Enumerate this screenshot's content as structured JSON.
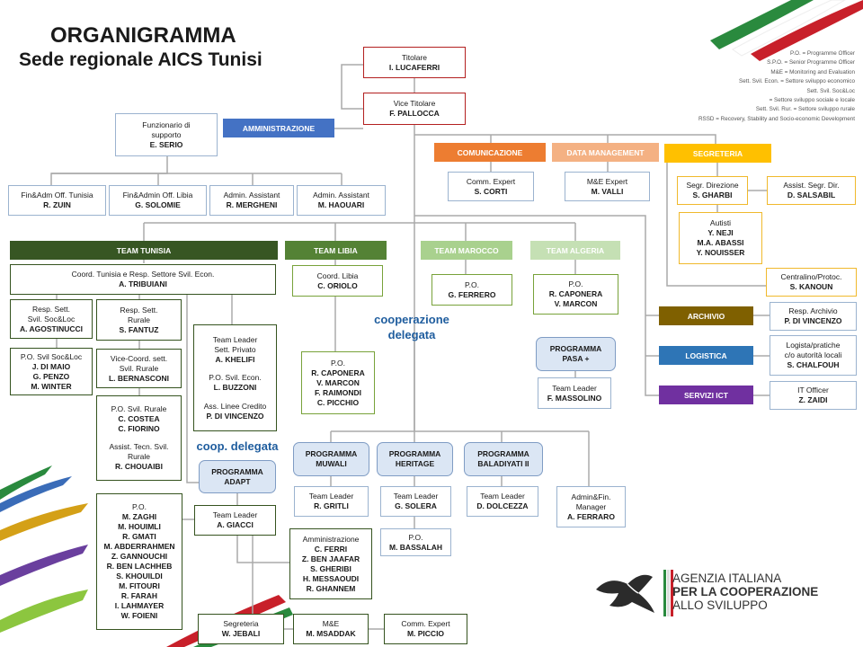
{
  "title": {
    "line1": "ORGANIGRAMMA",
    "line2": "Sede regionale AICS Tunisi"
  },
  "legend": [
    "P.O. = Programme Officer",
    "S.P.O. = Senior Programme Officer",
    "M&E = Monitoring and Evaluation",
    "Sett. Svil. Econ. = Settore sviluppo economico",
    "Sett. Svil. Soc&Loc",
    "= Settore sviluppo sociale e locale",
    "Sett. Svil. Rur. = Settore sviluppo rurale",
    "RSSD = Recovery, Stability and Socio-economic Development"
  ],
  "top": {
    "titolare": {
      "role": "Titolare",
      "name": "I. LUCAFERRI"
    },
    "vice": {
      "role": "Vice Titolare",
      "name": "F. PALLOCCA"
    }
  },
  "admin": {
    "header": "AMMINISTRAZIONE",
    "funzionario": {
      "role": "Funzionario di\nsupporto",
      "name": "E. SERIO"
    },
    "staff": [
      {
        "role": "Fin&Adm Off. Tunisia",
        "name": "R. ZUIN"
      },
      {
        "role": "Fin&Admin Off. Libia",
        "name": "G. SOLOMIE"
      },
      {
        "role": "Admin. Assistant",
        "name": "R. MERGHENI"
      },
      {
        "role": "Admin. Assistant",
        "name": "M. HAOUARI"
      }
    ]
  },
  "comunicazione": {
    "header": "COMUNICAZIONE",
    "role": "Comm. Expert",
    "name": "S. CORTI"
  },
  "data_mgmt": {
    "header": "DATA MANAGEMENT",
    "role": "M&E Expert",
    "name": "M. VALLI"
  },
  "segreteria": {
    "header": "SEGRETERIA",
    "direzione": {
      "role": "Segr. Direzione",
      "name": "S. GHARBI"
    },
    "assist": {
      "role": "Assist. Segr. Dir.",
      "name": "D. SALSABIL"
    },
    "autisti": {
      "role": "Autisti",
      "names": "Y. NEJI\nM.A. ABASSI\nY. NOUISSER"
    },
    "centralino": {
      "role": "Centralino/Protoc.",
      "name": "S. KANOUN"
    }
  },
  "archivio": {
    "header": "ARCHIVIO",
    "role": "Resp. Archivio",
    "name": "P. DI VINCENZO"
  },
  "logistica": {
    "header": "LOGISTICA",
    "role": "Logista/pratiche\nc/o autorità locali",
    "name": "S. CHALFOUH"
  },
  "ict": {
    "header": "SERVIZI ICT",
    "role": "IT Officer",
    "name": "Z. ZAIDI"
  },
  "team_tunisia": {
    "header": "TEAM TUNISIA",
    "coord": {
      "role": "Coord. Tunisia e Resp. Settore Svil. Econ.",
      "name": "A. TRIBUIANI"
    },
    "soc": {
      "role": "Resp. Sett.\nSvil. Soc&Loc",
      "name": "A. AGOSTINUCCI"
    },
    "po_soc": {
      "role": "P.O. Svil Soc&Loc",
      "names": "J. DI MAIO\nG. PENZO\nM. WINTER"
    },
    "rurale": {
      "role": "Resp. Sett.\nRurale",
      "name": "S. FANTUZ"
    },
    "vice_rurale": {
      "role": "Vice-Coord. sett.\nSvil. Rurale",
      "name": "L. BERNASCONI"
    },
    "po_rurale": {
      "role": "P.O. Svil. Rurale",
      "names": "C. COSTEA\nC. FIORINO"
    },
    "assist_rurale": {
      "role": "Assist. Tecn. Svil.\nRurale",
      "name": "R. CHOUAIBI"
    },
    "team_leader": {
      "role": "Team Leader\nSett. Privato",
      "name": "A. KHELIFI"
    },
    "po_econ": {
      "role": "P.O. Svil. Econ.",
      "name": "L. BUZZONI"
    },
    "credito": {
      "role": "Ass. Linee Credito",
      "name": "P. DI VINCENZO"
    },
    "po_list": {
      "role": "P.O.",
      "names": "M. ZAGHI\nM. HOUIMLI\nR. GMATI\nM. ABDERRAHMEN\nZ. GANNOUCHI\nR. BEN LACHHEB\nS. KHOUILDI\nM. FITOURI\nR. FARAH\nI. LAHMAYER\nW. FOIENI"
    }
  },
  "coop_delegata_tunisia": "coop. delegata",
  "adapt": {
    "program": "PROGRAMMA\nADAPT",
    "leader": {
      "role": "Team Leader",
      "name": "A. GIACCI"
    },
    "amministrazione": {
      "role": "Amministrazione",
      "names": "C. FERRI\nZ. BEN JAAFAR\nS. GHERIBI\nH. MESSAOUDI\nR. GHANNEM"
    },
    "segreteria": {
      "role": "Segreteria",
      "name": "W. JEBALI"
    },
    "me": {
      "role": "M&E",
      "name": "M. MSADDAK"
    },
    "comm": {
      "role": "Comm. Expert",
      "name": "M. PICCIO"
    }
  },
  "team_libia": {
    "header": "TEAM LIBIA",
    "coord": {
      "role": "Coord. Libia",
      "name": "C. ORIOLO"
    },
    "po": {
      "role": "P.O.",
      "names": "R. CAPONERA\nV. MARCON\nF. RAIMONDI\nC. PICCHIO"
    }
  },
  "team_marocco": {
    "header": "TEAM MAROCCO",
    "role": "P.O.",
    "name": "G. FERRERO"
  },
  "team_algeria": {
    "header": "TEAM ALGERIA",
    "role": "P.O.",
    "names": "R. CAPONERA\nV. MARCON"
  },
  "coop_delegata": "cooperazione\ndelegata",
  "pasa": {
    "program": "PROGRAMMA\nPASA +",
    "role": "Team Leader",
    "name": "F. MASSOLINO"
  },
  "muwali": {
    "program": "PROGRAMMA\nMUWALI",
    "role": "Team Leader",
    "name": "R. GRITLI"
  },
  "heritage": {
    "program": "PROGRAMMA\nHERITAGE",
    "role": "Team Leader",
    "name": "G. SOLERA",
    "po_role": "P.O.",
    "po_name": "M. BASSALAH"
  },
  "baladiyati": {
    "program": "PROGRAMMA\nBALADIYATI II",
    "role": "Team Leader",
    "name": "D. DOLCEZZA"
  },
  "admin_fin": {
    "role": "Admin&Fin.\nManager",
    "name": "A. FERRARO"
  },
  "logo": {
    "line1": "AGENZIA ITALIANA",
    "line2": "PER LA COOPERAZIONE",
    "line3": "ALLO SVILUPPO"
  },
  "colors": {
    "amministrazione": "#4472c4",
    "comunicazione": "#ed7d31",
    "data_management": "#f4b183",
    "segreteria": "#ffc000",
    "team_tunisia": "#375623",
    "team_libia": "#548235",
    "team_marocco": "#a9d18e",
    "team_algeria": "#c5e0b4",
    "archivio": "#7f6000",
    "logistica": "#2e75b6",
    "servizi_ict": "#7030a0"
  }
}
